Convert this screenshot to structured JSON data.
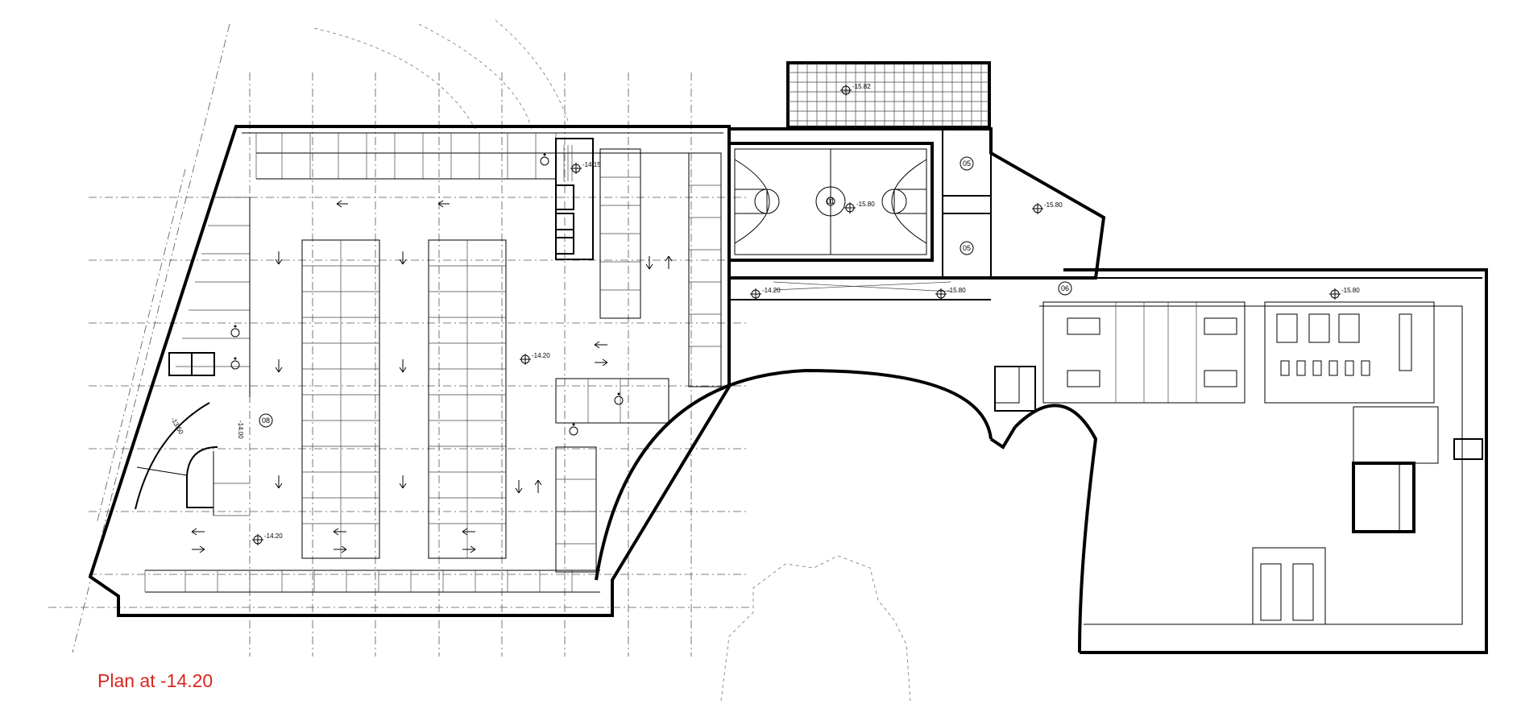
{
  "caption": "Plan at -14.20",
  "levels": {
    "parking_main": "-14.20",
    "parking_south": "-14.20",
    "ramp_east": "-14.20",
    "stair_top": "-14.15",
    "court": "-15.80",
    "court_top": "-15.82",
    "service_east": "-15.80",
    "corridor": "-15.80",
    "plant_room": "-15.80",
    "ramp_side_a": "-14.00",
    "ramp_side_b": "-13.50"
  },
  "room_tags": {
    "court": "01",
    "changing_a": "05",
    "changing_b": "05",
    "lobby": "06",
    "parking": "08"
  },
  "colors": {
    "caption": "#d9261c",
    "lines": "#000000"
  },
  "icons": [
    "level-marker-icon",
    "direction-arrow-icon",
    "accessible-parking-icon",
    "door-icon"
  ]
}
